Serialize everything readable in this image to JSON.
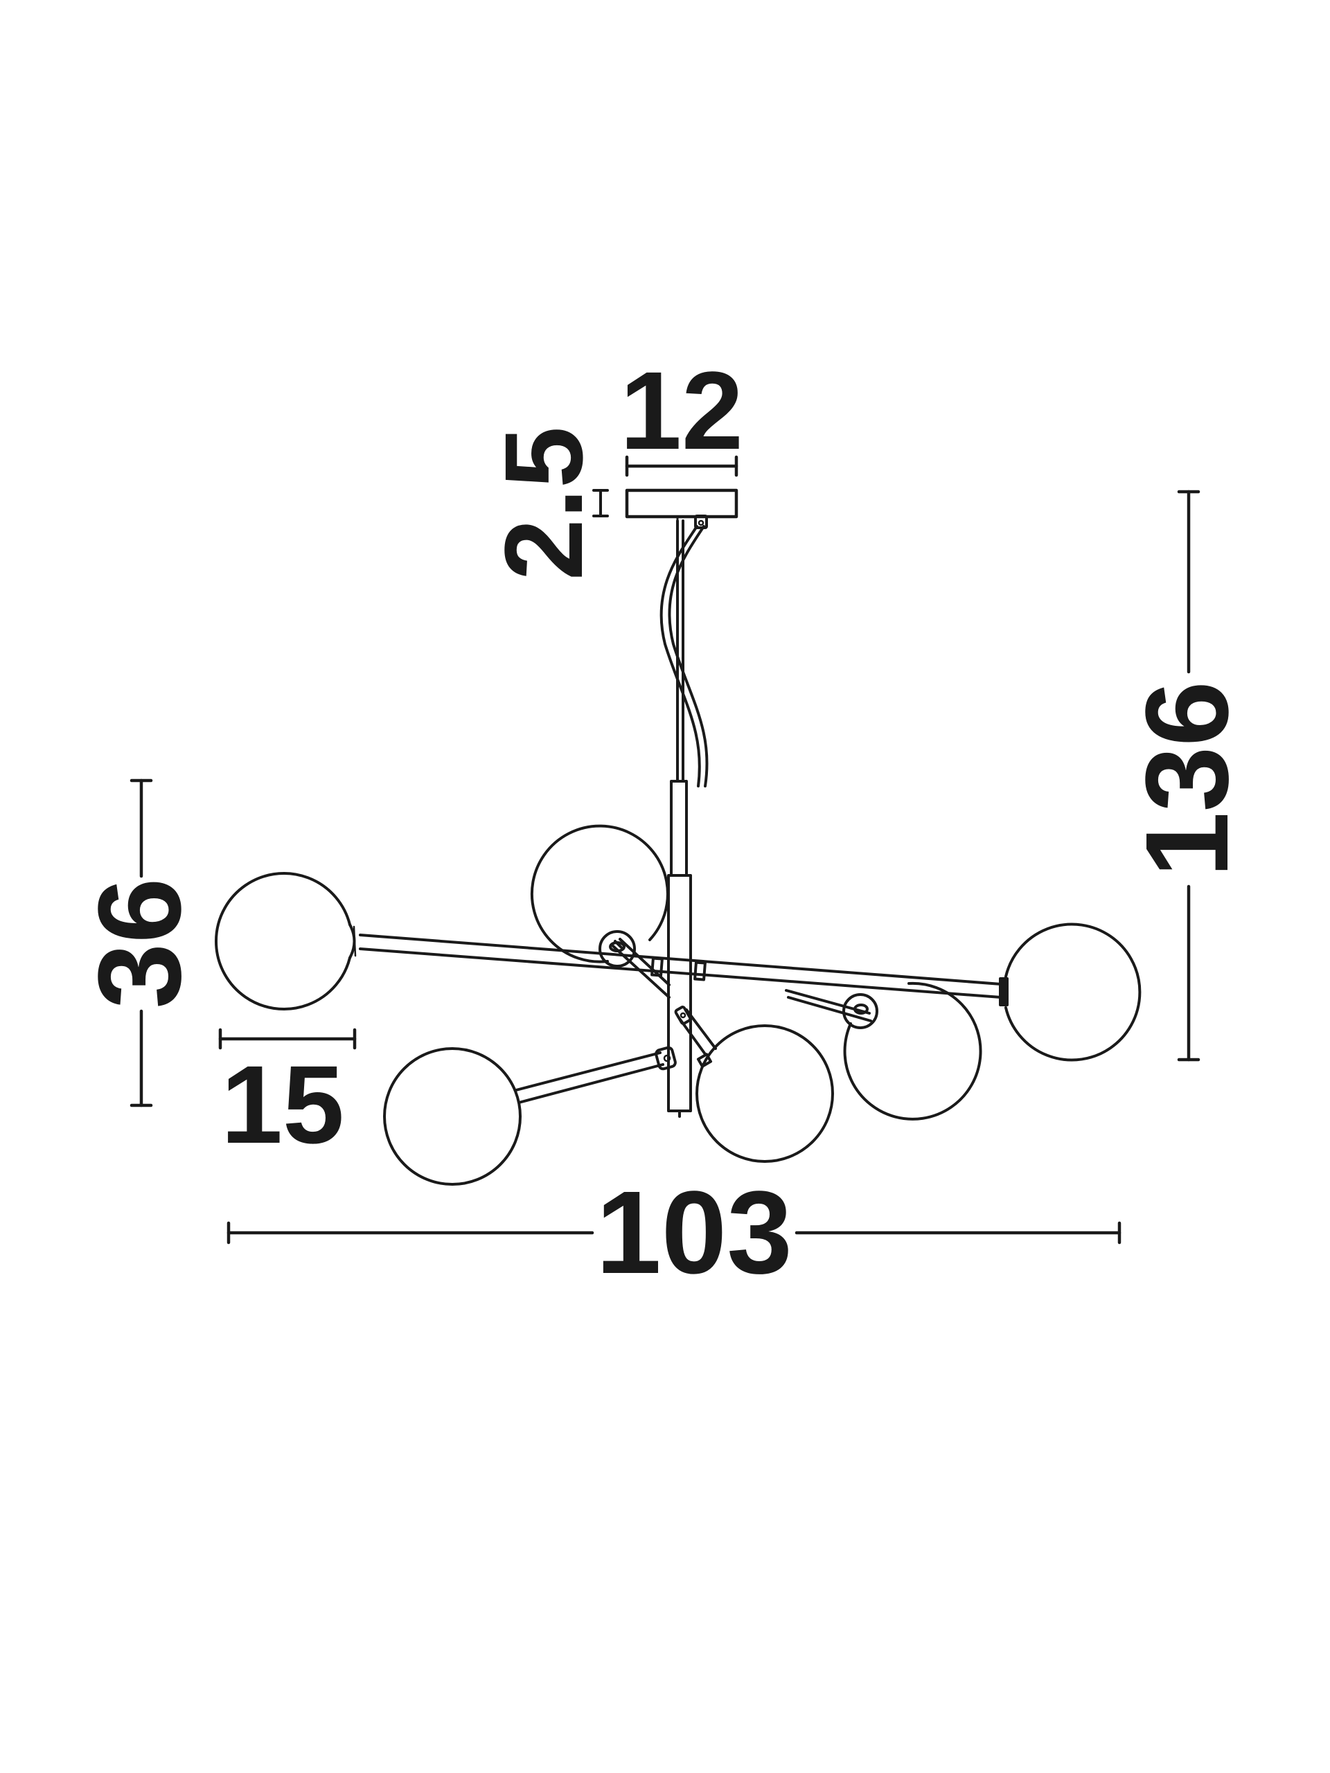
{
  "diagram": {
    "line_color": "#1a1a1a",
    "background": "#ffffff",
    "dimensions": {
      "canopy_width": "12",
      "canopy_height": "2.5",
      "total_height": "136",
      "body_height": "36",
      "globe_diameter": "15",
      "total_width": "103"
    }
  }
}
